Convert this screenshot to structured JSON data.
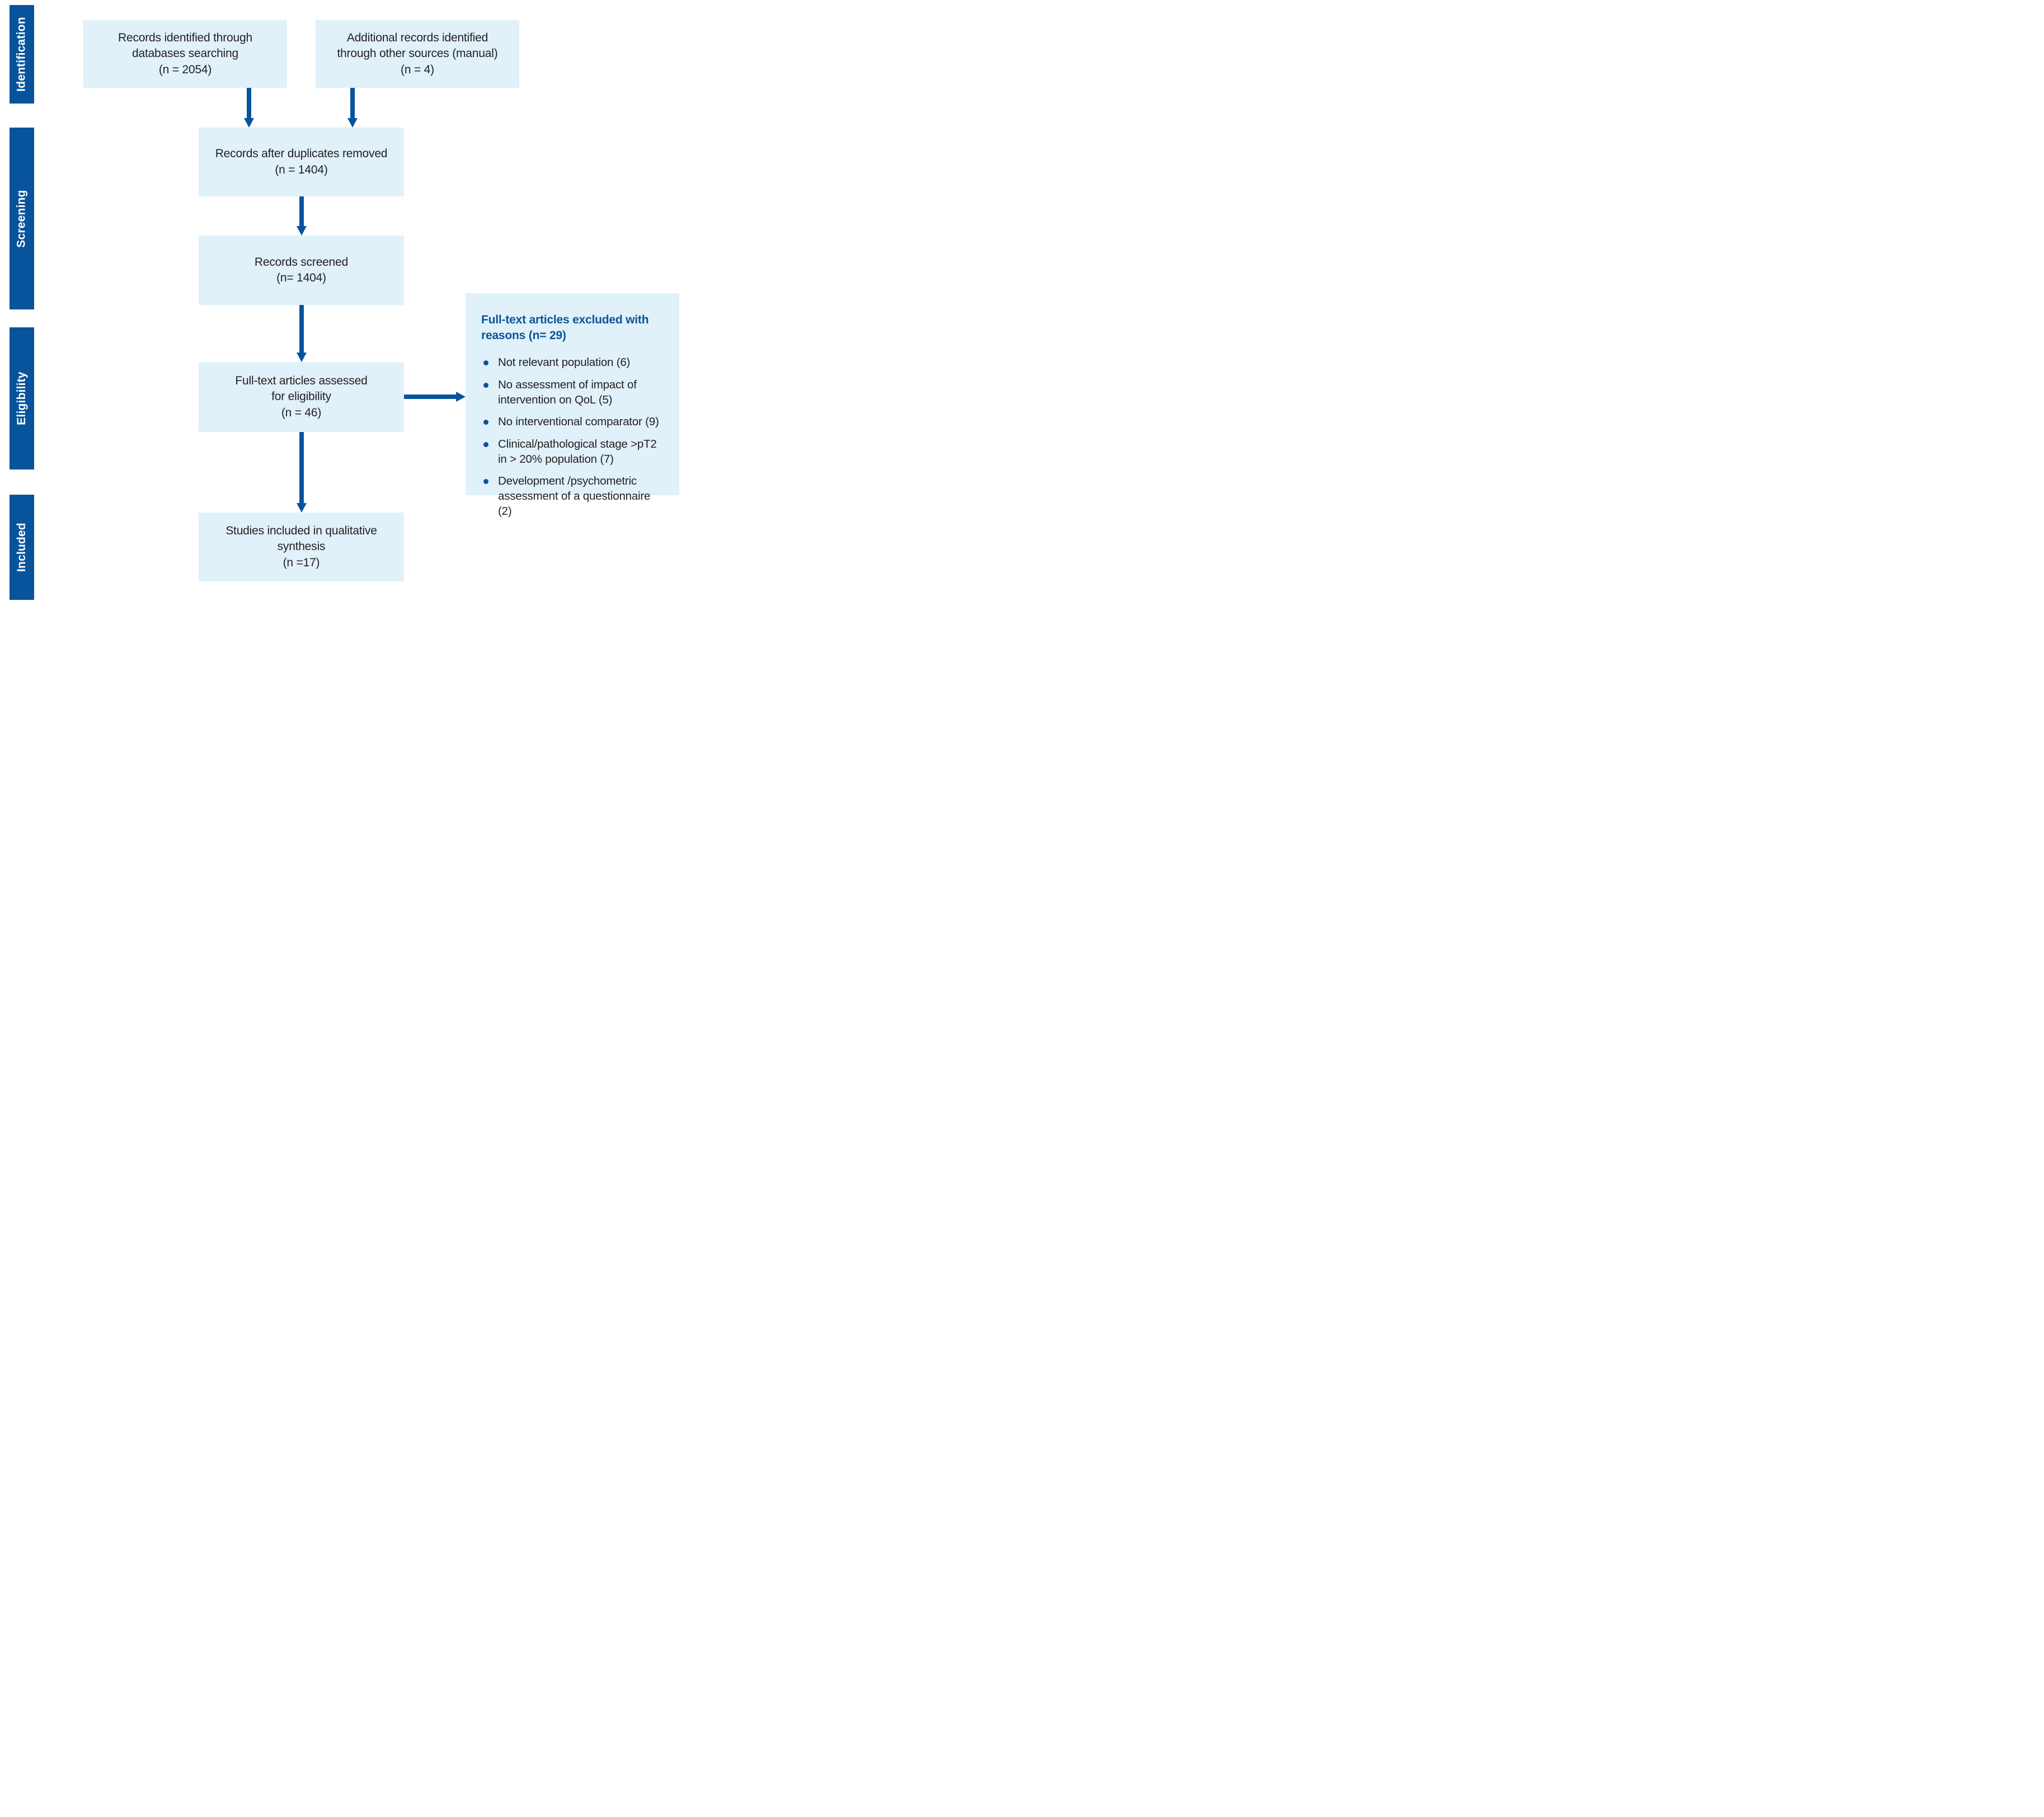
{
  "theme": {
    "accent_blue": "#07549d",
    "box_fill": "#e0f1fa",
    "heading_blue": "#0b5499",
    "ink": "#231f20"
  },
  "sidebar": {
    "stages": [
      {
        "label": "Identification"
      },
      {
        "label": "Screening"
      },
      {
        "label": "Eligibility"
      },
      {
        "label": "Included"
      }
    ]
  },
  "boxes": {
    "identified_databases": {
      "lines": [
        "Records identified through",
        "databases searching",
        "(n = 2054)"
      ]
    },
    "other_sources": {
      "lines": [
        "Additional records identified",
        "through other sources (manual)",
        "(n = 4)"
      ]
    },
    "duplicates_removed": {
      "lines": [
        "Records after duplicates removed",
        "(n = 1404)"
      ]
    },
    "records_screened": {
      "lines": [
        "Records screened",
        "(n= 1404)"
      ]
    },
    "fulltext_assessed": {
      "lines": [
        "Full-text articles assessed",
        "for eligibility",
        "(n = 46)"
      ]
    },
    "qualitative_synthesis": {
      "lines": [
        "Studies included in qualitative",
        "synthesis",
        "(n =17)"
      ]
    }
  },
  "excluded": {
    "heading_lines": [
      "Full-text articles excluded with",
      "reasons (n= 29)"
    ],
    "reasons": [
      "Not relevant population (6)",
      "No assessment of impact of intervention on QoL (5)",
      "No interventional comparator (9)",
      "Clinical/pathological stage >pT2 in > 20% population (7)",
      "Development /psychometric assessment of a questionnaire (2)"
    ]
  }
}
